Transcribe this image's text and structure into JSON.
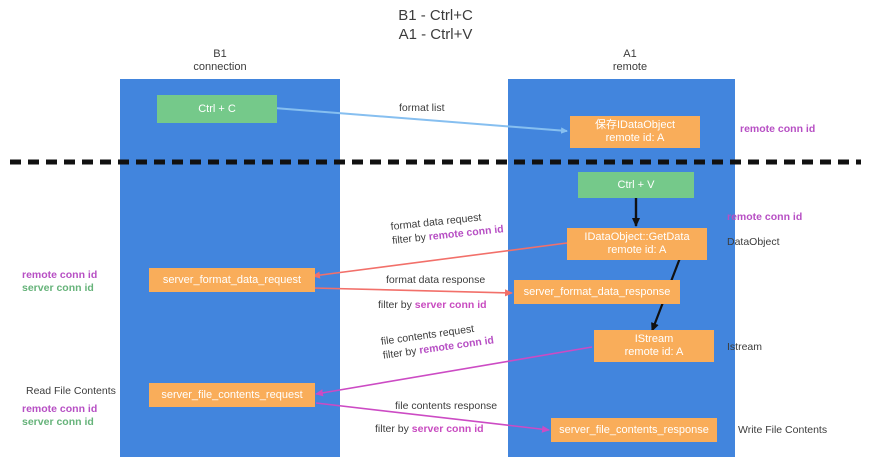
{
  "diagram": {
    "title": "B1 - Ctrl+C\nA1 - Ctrl+V",
    "columns": [
      {
        "name": "B1",
        "sub": "connection"
      },
      {
        "name": "A1",
        "sub": "remote"
      }
    ],
    "nodes": {
      "ctrl_c": "Ctrl + C",
      "ctrl_v": "Ctrl + V",
      "data_object": "保存IDataObject\nremote id: A",
      "get_data": "IDataObject::GetData\nremote id: A",
      "istream": "IStream\nremote id: A",
      "server_format_data_request": "server_format_data_request",
      "server_format_data_response": "server_format_data_response",
      "server_file_contents_request": "server_file_contents_request",
      "server_file_contents_response": "server_file_contents_response"
    },
    "edge_labels": {
      "format_list": "format list",
      "format_data_request": "format data request",
      "format_data_request_filter_prefix": "filter by ",
      "format_data_request_filter_key": "remote conn id",
      "format_data_response": "format data response",
      "format_data_response_filter_prefix": "filter by ",
      "format_data_response_filter_key": "server conn id",
      "file_contents_request": "file contents request",
      "file_contents_request_filter_prefix": "filter by ",
      "file_contents_request_filter_key": "remote conn id",
      "file_contents_response": "file contents response",
      "file_contents_response_filter_prefix": "filter by ",
      "file_contents_response_filter_key": "server conn id"
    },
    "annotations": {
      "right_remote_conn_id_top": "remote conn id",
      "right_remote_conn_id_mid": "remote conn id",
      "right_data_object": "DataObject",
      "right_istream": "Istream",
      "right_write_file_contents": "Write File Contents",
      "left_remote_conn_id_mid": "remote conn id",
      "left_server_conn_id_mid": "server conn id",
      "left_read_file_contents": "Read File Contents",
      "left_remote_conn_id_bottom": "remote conn id",
      "left_server_conn_id_bottom": "server conn id"
    },
    "colors": {
      "lane": "#4285dd",
      "node_orange": "#f9ad5a",
      "node_green": "#75c98a",
      "remote_conn_id": "#b74fc4",
      "server_conn_id_green": "#66b37a",
      "server_conn_id_magenta": "#c84bc0",
      "arrow_blue": "#86bff0",
      "arrow_red": "#f2706a",
      "arrow_magenta": "#cc4bc4",
      "arrow_black": "#111111",
      "divider": "#111111"
    }
  }
}
